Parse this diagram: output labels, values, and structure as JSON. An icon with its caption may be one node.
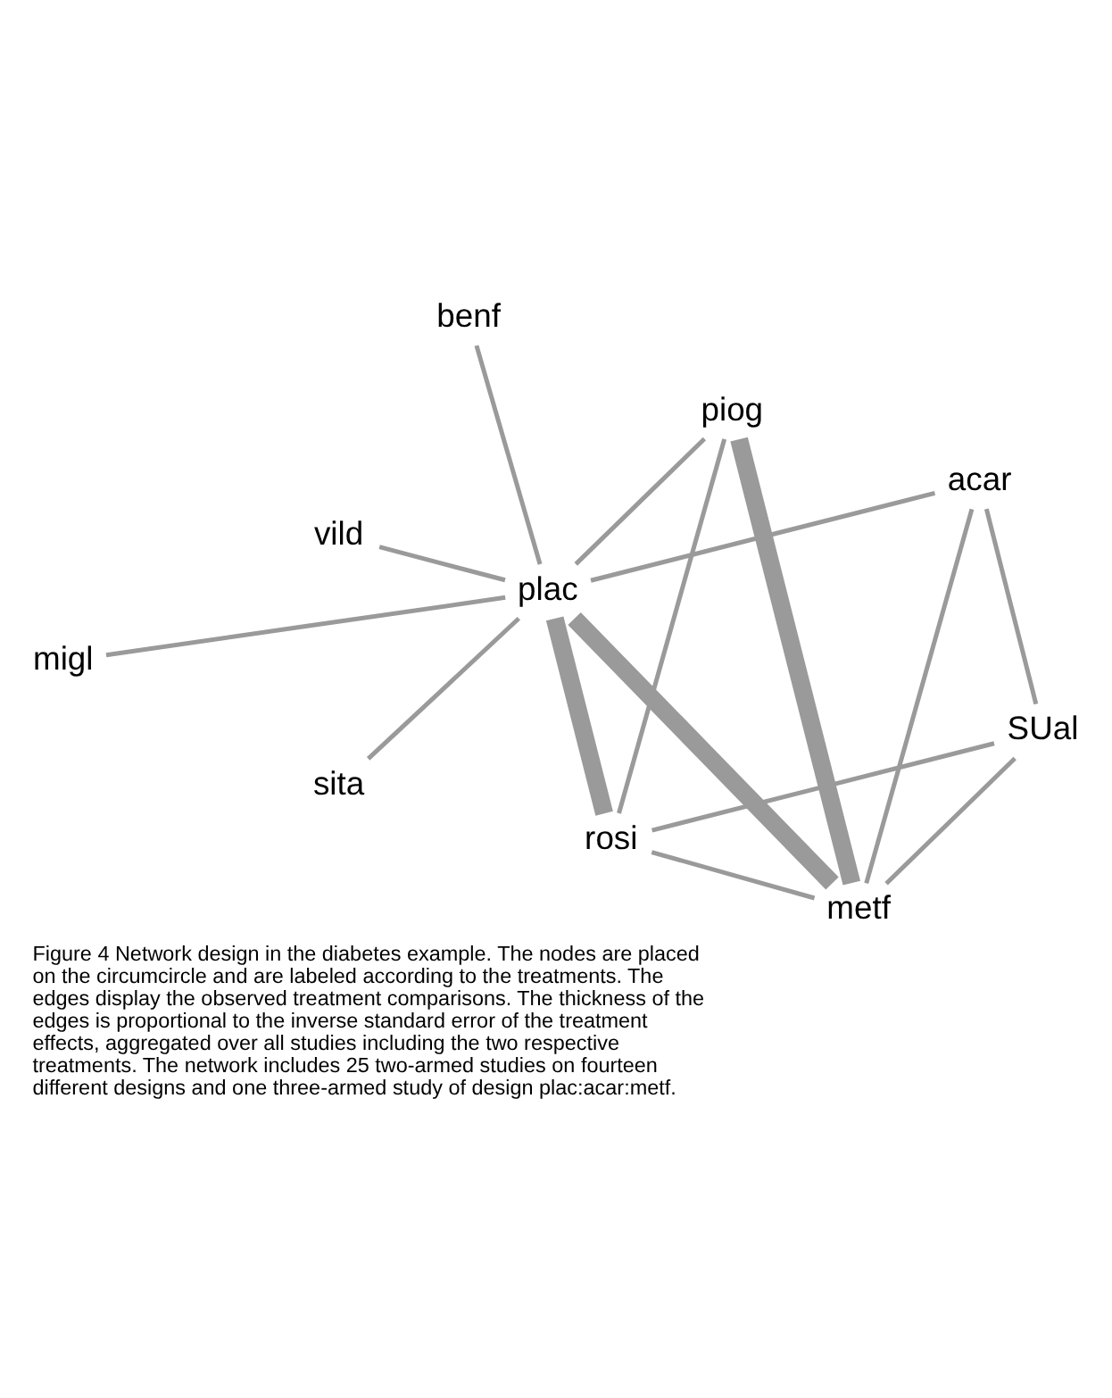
{
  "diagram": {
    "caption": "Figure 4 Network design in the diabetes example. The nodes are placed on the circumcircle and are labeled according to the treatments. The edges display the observed treatment comparisons. The thickness of the edges is proportional to the inverse standard error of the treatment effects, aggregated over all studies including the two respective treatments. The network includes 25 two-armed studies on fourteen different designs and one three-armed study of design plac:acar:metf.",
    "nodes": [
      {
        "text": [
          "migl"
        ]
      },
      {
        "text": [
          "benf"
        ]
      },
      {
        "text": [
          "plac"
        ]
      },
      {
        "text": [
          "acar"
        ]
      },
      {
        "text": [
          "SUal"
        ]
      },
      {
        "text": [
          "vild"
        ]
      },
      {
        "text": [
          "metf"
        ]
      },
      {
        "text": [
          "sita"
        ]
      },
      {
        "text": [
          "rosi"
        ]
      },
      {
        "text": [
          "piog"
        ]
      }
    ],
    "edges": [
      {
        "from": 2,
        "to": 0,
        "arrow": "none"
      },
      {
        "from": 2,
        "to": 1,
        "arrow": "none"
      },
      {
        "from": 2,
        "to": 3,
        "arrow": "none"
      },
      {
        "from": 2,
        "to": 6,
        "arrow": "none",
        "style": "thick"
      },
      {
        "from": 2,
        "to": 8,
        "arrow": "none",
        "style": "thick"
      },
      {
        "from": 2,
        "to": 9,
        "arrow": "none"
      },
      {
        "from": 2,
        "to": 5,
        "arrow": "none"
      },
      {
        "from": 2,
        "to": 7,
        "arrow": "none"
      },
      {
        "from": 3,
        "to": 4,
        "arrow": "none"
      },
      {
        "from": 3,
        "to": 6,
        "arrow": "none"
      },
      {
        "from": 4,
        "to": 6,
        "arrow": "none"
      },
      {
        "from": 4,
        "to": 8,
        "arrow": "none"
      },
      {
        "from": 6,
        "to": 8,
        "arrow": "none"
      },
      {
        "from": 6,
        "to": 9,
        "arrow": "none",
        "style": "thick"
      },
      {
        "from": 8,
        "to": 9,
        "arrow": "none"
      }
    ]
  }
}
